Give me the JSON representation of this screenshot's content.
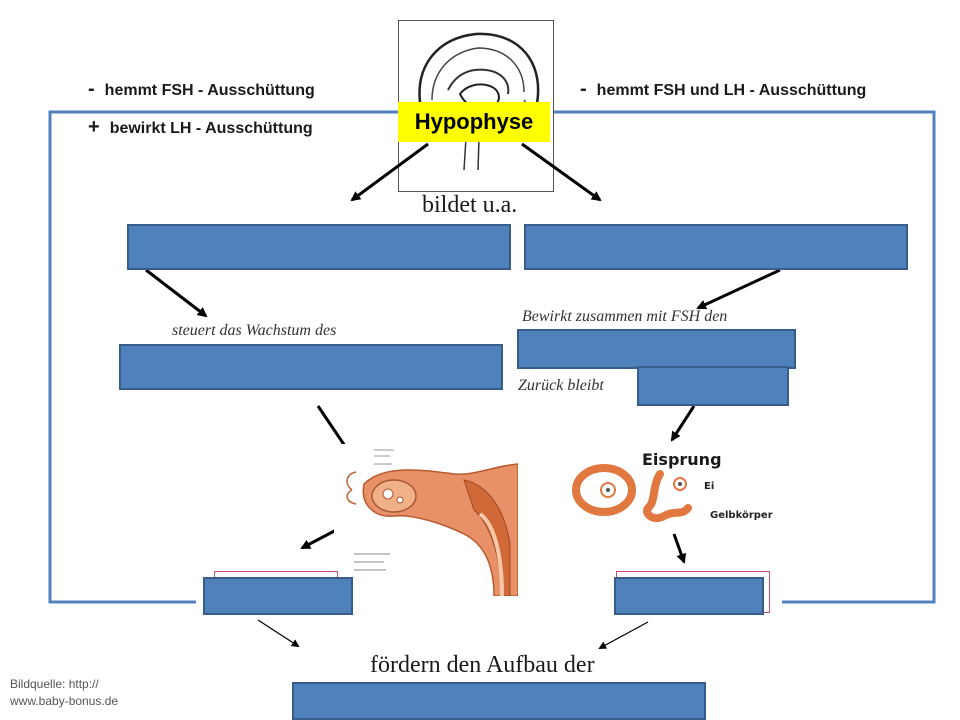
{
  "feedback": {
    "left_minus_sign": "-",
    "left_minus_text": "hemmt FSH - Ausschüttung",
    "left_plus_sign": "+",
    "left_plus_text": "bewirkt LH - Ausschüttung",
    "right_minus_sign": "-",
    "right_minus_text": "hemmt FSH und LH - Ausschüttung"
  },
  "hypophysis_label": "Hypophyse",
  "produces_text": "bildet u.a.",
  "left_branch_text": "steuert das Wachstum des",
  "right_branch_text": "Bewirkt zusammen mit FSH den",
  "remains_text": "Zurück bleibt",
  "ovary_labels": {
    "ovulation": "Eisprung",
    "egg": "Ei",
    "corpus_luteum": "Gelbkörper"
  },
  "bottom_text": "fördern den Aufbau der",
  "image_credit": "Bildquelle: http://\nwww.baby-bonus.de",
  "colors": {
    "blank_box": "#4f81bd",
    "box_border": "#385d8a",
    "feedback_line": "#4f81bd",
    "hypophysis_highlight": "#ffff00",
    "tissue": "#e07840"
  }
}
